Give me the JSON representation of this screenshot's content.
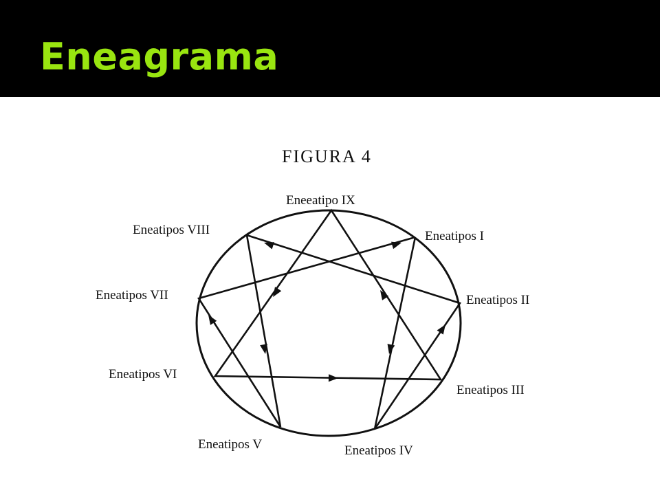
{
  "slide": {
    "title": "Eneagrama"
  },
  "figure": {
    "caption": "FIGURA 4",
    "points": {
      "ix": "Eneeatipo IX",
      "i": "Eneatipos I",
      "ii": "Eneatipos II",
      "iii": "Eneatipos III",
      "iv": "Eneatipos IV",
      "v": "Eneatipos V",
      "vi": "Eneatipos VI",
      "vii": "Eneatipos VII",
      "viii": "Eneatipos VIII"
    }
  },
  "colors": {
    "title_bar": "#000000",
    "title_text": "#99e510",
    "diagram_ink": "#111111"
  }
}
